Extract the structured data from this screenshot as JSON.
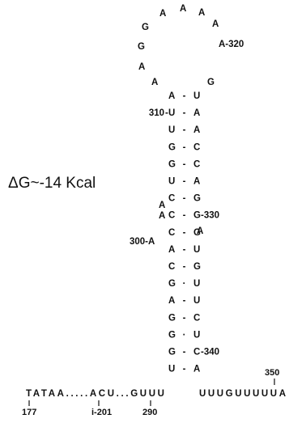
{
  "energy_label": "ΔG~-14 Kcal",
  "loop": [
    "G",
    "A",
    "A",
    "A",
    "A",
    "A-320",
    "G",
    "A",
    "A",
    "G"
  ],
  "stem_pairs": [
    {
      "left": "A",
      "right": "U",
      "left_label": ""
    },
    {
      "left": "U",
      "right": "A",
      "left_label": "310"
    },
    {
      "left": "U",
      "right": "A",
      "left_label": ""
    },
    {
      "left": "G",
      "right": "C",
      "left_label": ""
    },
    {
      "left": "G",
      "right": "C",
      "left_label": ""
    },
    {
      "left": "U",
      "right": "A",
      "left_label": ""
    },
    {
      "left": "C",
      "right": "G",
      "left_label": ""
    },
    {
      "left": "C",
      "right": "G",
      "left_label": ""
    },
    {
      "left": "C",
      "right": "G",
      "left_label": ""
    },
    {
      "left": "A",
      "right": "U",
      "left_label": ""
    },
    {
      "left": "C",
      "right": "G",
      "left_label": ""
    },
    {
      "left": "G",
      "right": "U",
      "left_label": ""
    },
    {
      "left": "A",
      "right": "U",
      "left_label": ""
    },
    {
      "left": "G",
      "right": "C",
      "left_label": ""
    },
    {
      "left": "G",
      "right": "U",
      "left_label": ""
    },
    {
      "left": "G",
      "right": "C",
      "left_label": ""
    },
    {
      "left": "U",
      "right": "A",
      "left_label": ""
    }
  ],
  "bond_types": [
    "-",
    "-",
    "-",
    "-",
    "-",
    "-",
    "-",
    "-",
    "-",
    "-",
    "-",
    "·",
    "-",
    "-",
    "·",
    "-",
    "-"
  ],
  "stem_right_suffix": [
    "",
    "",
    "",
    "",
    "",
    "",
    "",
    "-330",
    "",
    "",
    "",
    "",
    "",
    "",
    "",
    "-340",
    ""
  ],
  "bulges": {
    "left_AA": [
      "A",
      "A"
    ],
    "left_300": "300-A",
    "right_A": "A"
  },
  "bottom": {
    "left_seq": "TATAA.....ACU...GUUU",
    "right_seq": "UUUGUUUUUA",
    "pos_177": "177",
    "pos_201": "i-201",
    "pos_290": "290",
    "pos_350": "350"
  }
}
